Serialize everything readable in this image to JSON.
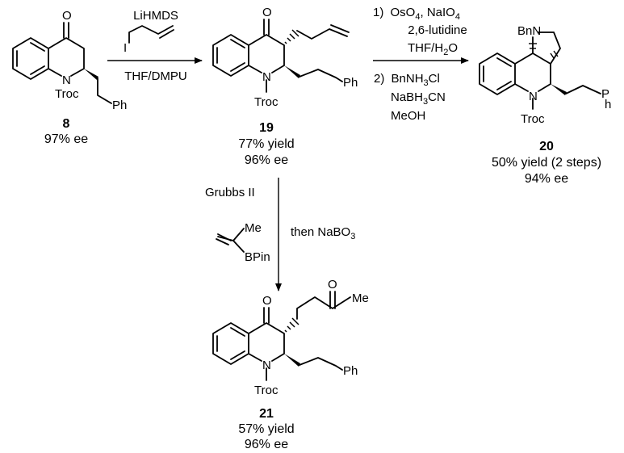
{
  "compounds": {
    "c8": {
      "number": "8",
      "ee": "97% ee",
      "n_label": "N",
      "troc": "Troc",
      "ph": "Ph",
      "o": "O"
    },
    "c19": {
      "number": "19",
      "yield": "77% yield",
      "ee": "96% ee",
      "n_label": "N",
      "troc": "Troc",
      "ph": "Ph",
      "o": "O"
    },
    "c20": {
      "number": "20",
      "yield": "50% yield (2 steps)",
      "ee": "94% ee",
      "n_label": "N",
      "troc": "Troc",
      "bn": "Bn",
      "ph_p": "P",
      "ph_h": "h"
    },
    "c21": {
      "number": "21",
      "yield": "57% yield",
      "ee": "96% ee",
      "n_label": "N",
      "troc": "Troc",
      "ph": "Ph",
      "o": "O",
      "o2": "O",
      "me": "Me"
    }
  },
  "arrows": {
    "a1": {
      "above": "LiHMDS",
      "iodide": "I",
      "below": "THF/DMPU"
    },
    "a2": {
      "step1_num": "1)",
      "step1_a": "OsO",
      "step1_a_sub": "4",
      "step1_b": ", NaIO",
      "step1_b_sub": "4",
      "line2": "2,6-lutidine",
      "line3_a": "THF/H",
      "line3_sub": "2",
      "line3_b": "O",
      "step2_num": "2)",
      "step2_a": "BnNH",
      "step2_a_sub": "3",
      "step2_b": "Cl",
      "line5_a": "NaBH",
      "line5_sub": "3",
      "line5_b": "CN",
      "line6": "MeOH"
    },
    "a3": {
      "left": "Grubbs II",
      "me": "Me",
      "bpin": "BPin",
      "right_a": "then NaBO",
      "right_sub": "3"
    }
  }
}
